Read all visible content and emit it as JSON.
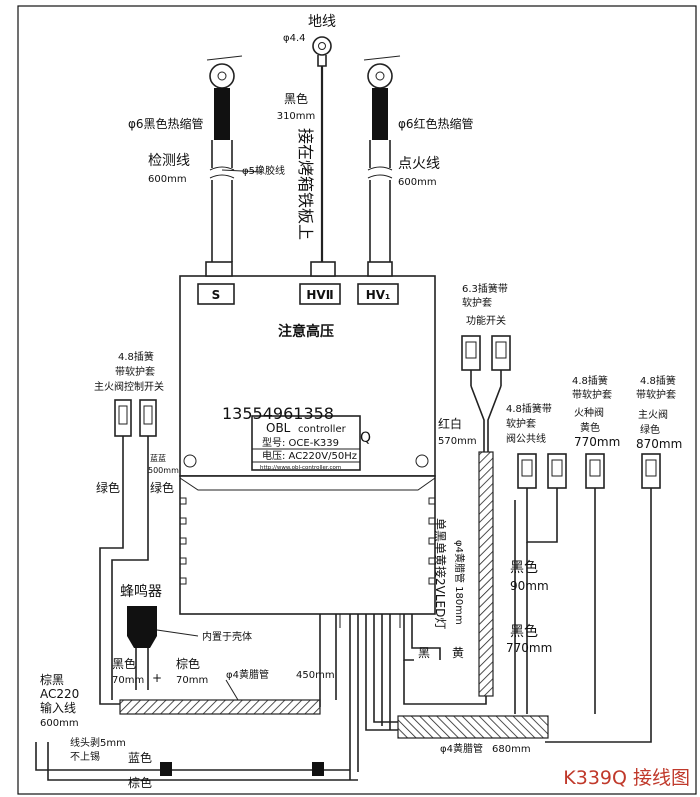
{
  "title": "K339Q 接线图",
  "title_color": "#c0392b",
  "phone": "13554961358",
  "top": {
    "ground_label": "地线",
    "ground_dia": "φ4.4",
    "ground_color": "黑色",
    "ground_len": "310mm",
    "ground_note": "接在烤箱铁板上",
    "sense_sleeve": "φ6黑色热缩管",
    "sense_label": "检测线",
    "sense_len": "600mm",
    "rubber": "φ5橡胶线",
    "ignite_sleeve": "φ6红色热缩管",
    "ignite_label": "点火线",
    "ignite_len": "600mm"
  },
  "controller": {
    "term_s": "S",
    "term_hv2": "HVⅡ",
    "term_hv1": "HV₁",
    "warning": "注意高压",
    "brand": "OBL",
    "brand_sub": "controller",
    "model": "型号: OCE-K339",
    "power": "电压: AC220V/50Hz",
    "footer": "http://www.obl-controller.com",
    "q": "Q"
  },
  "left": {
    "plug_line1": "4.8插簧",
    "plug_line2": "带软护套",
    "plug_line3": "主火阀控制开关",
    "green1": "绿色",
    "green2": "绿色",
    "blue_label": "蓝蓝",
    "blue_len": "500mm",
    "buzzer": "蜂鸣器",
    "buzzer_note": "内置于壳体",
    "black": "黑色",
    "black_len": "70mm",
    "brown": "棕色",
    "brown_len": "70mm",
    "plus": "+",
    "yellow_tube": "φ4黄腊管",
    "yellow_len": "450mm",
    "input_1": "棕黑",
    "input_2": "AC220",
    "input_3": "输入线",
    "input_4": "600mm",
    "strip_1": "线头剥5mm",
    "strip_2": "不上锡",
    "blue_wire": "蓝色",
    "brown_wire": "棕色"
  },
  "right": {
    "func_1": "6.3插簧带",
    "func_2": "软护套",
    "func_3": "功能开关",
    "red_white": "红白",
    "rw_len": "570mm",
    "valve_common_1": "4.8插簧带",
    "valve_common_2": "软护套",
    "valve_common_3": "阀公共线",
    "pilot_1": "4.8插簧",
    "pilot_2": "带软护套",
    "pilot_3": "火种阀",
    "pilot_color": "黄色",
    "pilot_len": "770mm",
    "main_1": "4.8插簧",
    "main_2": "带软护套",
    "main_3": "主火阀",
    "main_color": "绿色",
    "main_len": "870mm",
    "led_note": "单黑单黄接2VLED灯",
    "yellow_tube_v": "φ4黄腊管 180mm",
    "black_short": "黑色",
    "black_short_len": "90mm",
    "black_long": "黑色",
    "black_long_len": "770mm",
    "led_black": "黑",
    "led_yellow": "黄",
    "yellow_tube_h": "φ4黄腊管",
    "yellow_tube_h_len": "680mm"
  }
}
